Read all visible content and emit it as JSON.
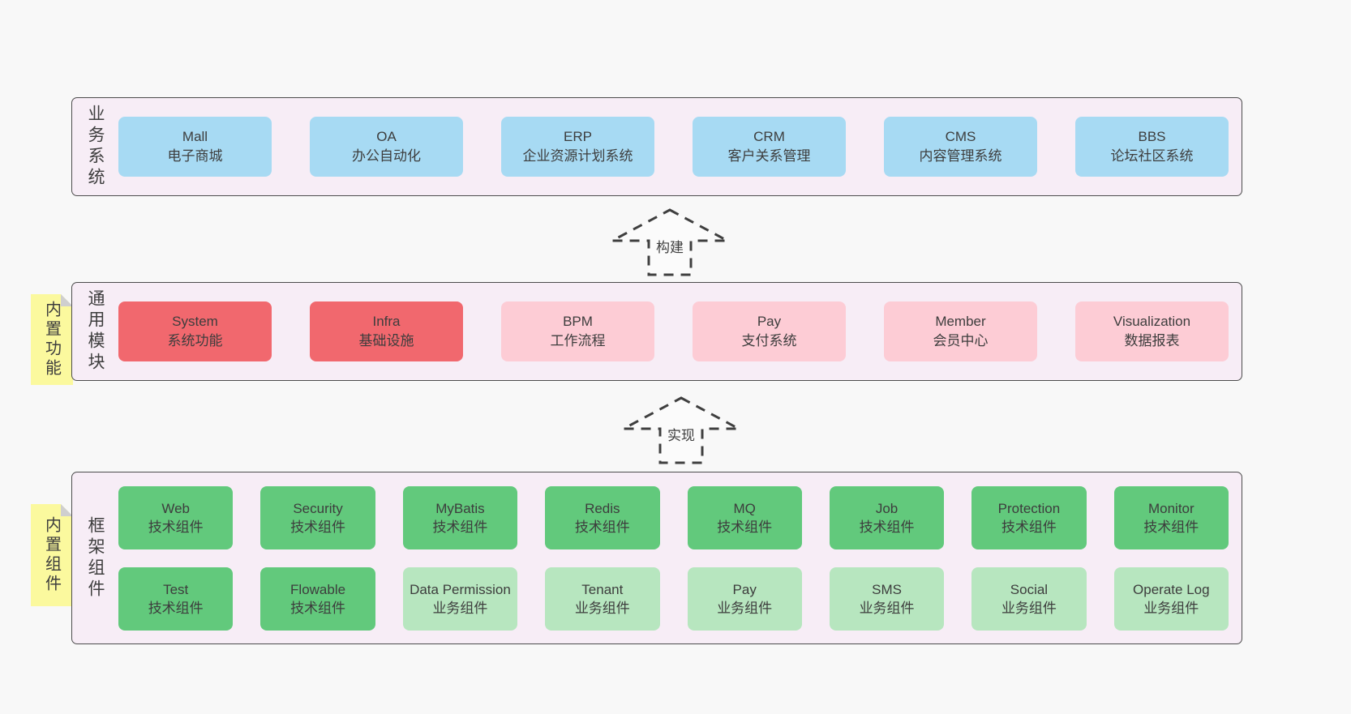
{
  "colors": {
    "page_bg": "#f8f8f8",
    "band_bg": "#f7edf6",
    "band_border": "#4c4c4c",
    "box_blue": "#a7daf3",
    "box_red": "#f1686e",
    "box_pink": "#fdccd5",
    "box_green": "#62c97c",
    "box_light_green": "#b7e6bf",
    "sticky_yellow": "#fbf99e",
    "text": "#3d3d3d"
  },
  "band_business": {
    "side_label": "业务系统",
    "boxes": [
      {
        "title": "Mall",
        "subtitle": "电子商城"
      },
      {
        "title": "OA",
        "subtitle": "办公自动化"
      },
      {
        "title": "ERP",
        "subtitle": "企业资源计划系统"
      },
      {
        "title": "CRM",
        "subtitle": "客户关系管理"
      },
      {
        "title": "CMS",
        "subtitle": "内容管理系统"
      },
      {
        "title": "BBS",
        "subtitle": "论坛社区系统"
      }
    ]
  },
  "arrow_build": {
    "label": "构建"
  },
  "band_modules": {
    "sticky_label": "内置功能",
    "side_label": "通用模块",
    "boxes": [
      {
        "title": "System",
        "subtitle": "系统功能",
        "variant": "red"
      },
      {
        "title": "Infra",
        "subtitle": "基础设施",
        "variant": "red"
      },
      {
        "title": "BPM",
        "subtitle": "工作流程",
        "variant": "pink"
      },
      {
        "title": "Pay",
        "subtitle": "支付系统",
        "variant": "pink"
      },
      {
        "title": "Member",
        "subtitle": "会员中心",
        "variant": "pink"
      },
      {
        "title": "Visualization",
        "subtitle": "数据报表",
        "variant": "pink"
      }
    ]
  },
  "arrow_implement": {
    "label": "实现"
  },
  "band_components": {
    "sticky_label": "内置组件",
    "side_label": "框架组件",
    "row1": [
      {
        "title": "Web",
        "subtitle": "技术组件",
        "variant": "green"
      },
      {
        "title": "Security",
        "subtitle": "技术组件",
        "variant": "green"
      },
      {
        "title": "MyBatis",
        "subtitle": "技术组件",
        "variant": "green"
      },
      {
        "title": "Redis",
        "subtitle": "技术组件",
        "variant": "green"
      },
      {
        "title": "MQ",
        "subtitle": "技术组件",
        "variant": "green"
      },
      {
        "title": "Job",
        "subtitle": "技术组件",
        "variant": "green"
      },
      {
        "title": "Protection",
        "subtitle": "技术组件",
        "variant": "green"
      },
      {
        "title": "Monitor",
        "subtitle": "技术组件",
        "variant": "green"
      }
    ],
    "row2": [
      {
        "title": "Test",
        "subtitle": "技术组件",
        "variant": "green"
      },
      {
        "title": "Flowable",
        "subtitle": "技术组件",
        "variant": "green"
      },
      {
        "title": "Data Permission",
        "subtitle": "业务组件",
        "variant": "light-green"
      },
      {
        "title": "Tenant",
        "subtitle": "业务组件",
        "variant": "light-green"
      },
      {
        "title": "Pay",
        "subtitle": "业务组件",
        "variant": "light-green"
      },
      {
        "title": "SMS",
        "subtitle": "业务组件",
        "variant": "light-green"
      },
      {
        "title": "Social",
        "subtitle": "业务组件",
        "variant": "light-green"
      },
      {
        "title": "Operate Log",
        "subtitle": "业务组件",
        "variant": "light-green"
      }
    ]
  }
}
